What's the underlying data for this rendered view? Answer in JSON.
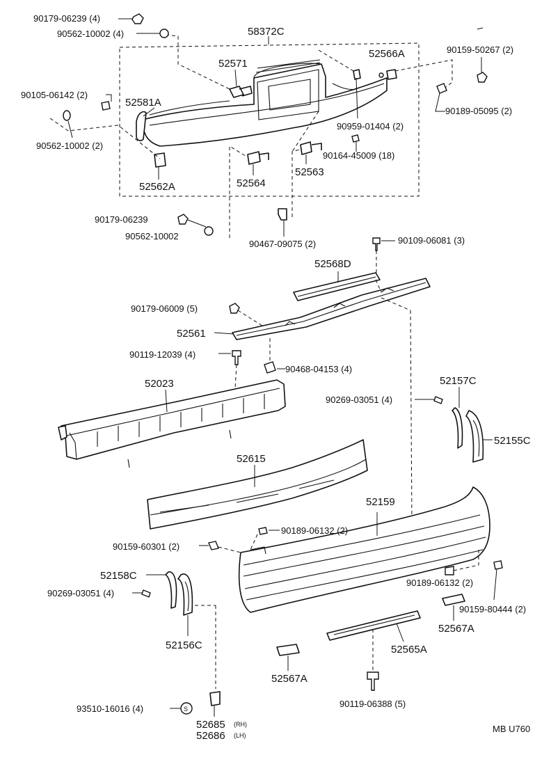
{
  "labels": {
    "p58372C": "58372C",
    "p52571": "52571",
    "p52566A": "52566A",
    "p52581A": "52581A",
    "p52562A": "52562A",
    "p52564": "52564",
    "p52563": "52563",
    "p52568D": "52568D",
    "p52561": "52561",
    "p52023": "52023",
    "p52157C": "52157C",
    "p52155C": "52155C",
    "p52615": "52615",
    "p52159": "52159",
    "p52158C": "52158C",
    "p52156C": "52156C",
    "p52567A_r": "52567A",
    "p52565A": "52565A",
    "p52567A_b": "52567A",
    "p52685": "52685",
    "p52686": "52686",
    "rh": "(RH)",
    "lh": "(LH)",
    "f90179_06239_top": "90179-06239 (4)",
    "f90562_10002_top": "90562-10002 (4)",
    "f90159_50267": "90159-50267 (2)",
    "f90105_06142": "90105-06142 (2)",
    "f90189_05095": "90189-05095 (2)",
    "f90959_01404": "90959-01404 (2)",
    "f90562_10002_left": "90562-10002 (2)",
    "f90164_45009": "90164-45009 (18)",
    "f90179_06239_mid": "90179-06239",
    "f90562_10002_mid": "90562-10002",
    "f90467_09075": "90467-09075 (2)",
    "f90109_06081": "90109-06081 (3)",
    "f90179_06009": "90179-06009 (5)",
    "f90119_12039": "90119-12039 (4)",
    "f90468_04153": "90468-04153 (4)",
    "f90269_03051_r": "90269-03051 (4)",
    "f90189_06132_top": "90189-06132 (2)",
    "f90159_60301": "90159-60301 (2)",
    "f90269_03051_l": "90269-03051 (4)",
    "f90189_06132_r": "90189-06132 (2)",
    "f90159_80444": "90159-80444 (2)",
    "f90119_06388": "90119-06388 (5)",
    "f93510_16016": "93510-16016 (4)",
    "s_symbol": "S",
    "diagram_code": "MB U760"
  }
}
